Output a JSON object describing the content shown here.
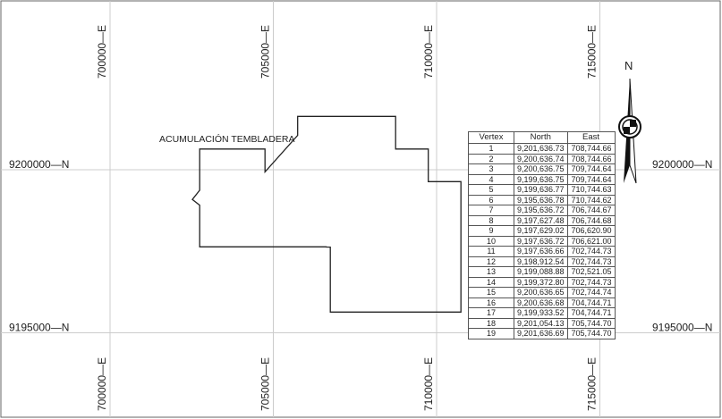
{
  "map": {
    "area_label": "ACUMULACIÓN  TEMBLADERA",
    "north_label": "N",
    "easting_labels": [
      "700000—E",
      "705000—E",
      "710000—E",
      "715000—E"
    ],
    "eastings": [
      700000,
      705000,
      710000,
      715000
    ],
    "northing_labels": [
      "9200000—N",
      "9195000—N"
    ],
    "northings": [
      9200000,
      9195000
    ],
    "colors": {
      "grid": "#cccccc",
      "line": "#222222",
      "frame": "#666666"
    }
  },
  "table": {
    "headers": [
      "Vertex",
      "North",
      "East"
    ],
    "rows": [
      [
        "1",
        "9,201,636.73",
        "708,744.66"
      ],
      [
        "2",
        "9,200,636.74",
        "708,744.66"
      ],
      [
        "3",
        "9,200,636.75",
        "709,744.64"
      ],
      [
        "4",
        "9,199,636.75",
        "709,744.64"
      ],
      [
        "5",
        "9,199,636.77",
        "710,744.63"
      ],
      [
        "6",
        "9,195,636.78",
        "710,744.62"
      ],
      [
        "7",
        "9,195,636.72",
        "706,744.67"
      ],
      [
        "8",
        "9,197,627.48",
        "706,744.68"
      ],
      [
        "9",
        "9,197,629.02",
        "706,620.90"
      ],
      [
        "10",
        "9,197,636.72",
        "706,621.00"
      ],
      [
        "11",
        "9,197,636.66",
        "702,744.73"
      ],
      [
        "12",
        "9,198,912.54",
        "702,744.73"
      ],
      [
        "13",
        "9,199,088.88",
        "702,521.05"
      ],
      [
        "14",
        "9,199,372.80",
        "702,744.73"
      ],
      [
        "15",
        "9,200,636.65",
        "702,744.74"
      ],
      [
        "16",
        "9,200,636.68",
        "704,744.71"
      ],
      [
        "17",
        "9,199,933.52",
        "704,744.71"
      ],
      [
        "18",
        "9,201,054.13",
        "705,744.70"
      ],
      [
        "19",
        "9,201,636.69",
        "705,744.70"
      ]
    ]
  }
}
